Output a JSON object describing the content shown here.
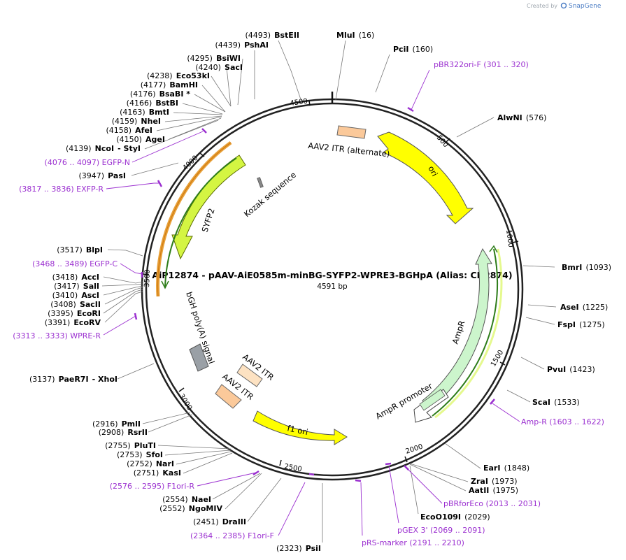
{
  "branding": {
    "created_by": "Created by",
    "product": "SnapGene"
  },
  "plasmid": {
    "name": "AiP12874 - pAAV-AiE0585m-minBG-SYFP2-WPRE3-BGHpA (Alias: CN2874)",
    "length": "4591 bp"
  },
  "ticks": [
    "500",
    "1000",
    "1500",
    "2000",
    "2500",
    "3000",
    "3500",
    "4000",
    "4500"
  ],
  "features": {
    "aav2_itr_alt": "AAV2 ITR (alternate)",
    "ori": "ori",
    "kozak": "Kozak sequence",
    "syfp2": "SYFP2",
    "bgh": "bGH poly(A) signal",
    "aav2_itr_1": "AAV2 ITR",
    "aav2_itr_2": "AAV2 ITR",
    "f1_ori": "f1 ori",
    "ampr": "AmpR",
    "ampr_promoter": "AmpR promoter"
  },
  "sites": [
    {
      "pos": "(4493)",
      "name": "BstEII"
    },
    {
      "pos": "(4439)",
      "name": "PshAI"
    },
    {
      "name": "MluI",
      "pos": "(16)"
    },
    {
      "name": "PciI",
      "pos": "(160)"
    },
    {
      "pos": "(4295)",
      "name": "BsiWI"
    },
    {
      "pos": "(4240)",
      "name": "SacI"
    },
    {
      "pos": "(4238)",
      "name": "Eco53kI"
    },
    {
      "pos": "(4177)",
      "name": "BamHI"
    },
    {
      "pos": "(4176)",
      "name": "BsaBI *"
    },
    {
      "pos": "(4166)",
      "name": "BstBI"
    },
    {
      "pos": "(4163)",
      "name": "BmtI"
    },
    {
      "pos": "(4159)",
      "name": "NheI"
    },
    {
      "pos": "(4158)",
      "name": "AfeI"
    },
    {
      "pos": "(4150)",
      "name": "AgeI"
    },
    {
      "pos": "(4139)",
      "name": "NcoI",
      "extra": "- StyI"
    },
    {
      "name": "AlwNI",
      "pos": "(576)"
    },
    {
      "pos": "(3947)",
      "name": "PasI"
    },
    {
      "pos": "(3517)",
      "name": "BlpI"
    },
    {
      "name": "BmrI",
      "pos": "(1093)"
    },
    {
      "pos": "(3418)",
      "name": "AccI"
    },
    {
      "pos": "(3417)",
      "name": "SalI"
    },
    {
      "pos": "(3410)",
      "name": "AscI"
    },
    {
      "pos": "(3408)",
      "name": "SacII"
    },
    {
      "pos": "(3395)",
      "name": "EcoRI"
    },
    {
      "pos": "(3391)",
      "name": "EcoRV"
    },
    {
      "name": "AseI",
      "pos": "(1225)"
    },
    {
      "name": "FspI",
      "pos": "(1275)"
    },
    {
      "name": "PvuI",
      "pos": "(1423)"
    },
    {
      "pos": "(3137)",
      "name": "PaeR7I",
      "extra": "- XhoI"
    },
    {
      "name": "ScaI",
      "pos": "(1533)"
    },
    {
      "pos": "(2916)",
      "name": "PmlI"
    },
    {
      "pos": "(2908)",
      "name": "RsrII"
    },
    {
      "pos": "(2755)",
      "name": "PluTI"
    },
    {
      "pos": "(2753)",
      "name": "SfoI"
    },
    {
      "pos": "(2752)",
      "name": "NarI"
    },
    {
      "pos": "(2751)",
      "name": "KasI"
    },
    {
      "name": "EarI",
      "pos": "(1848)"
    },
    {
      "name": "ZraI",
      "pos": "(1973)"
    },
    {
      "name": "AatII",
      "pos": "(1975)"
    },
    {
      "pos": "(2554)",
      "name": "NaeI"
    },
    {
      "pos": "(2552)",
      "name": "NgoMIV"
    },
    {
      "name": "EcoO109I",
      "pos": "(2029)"
    },
    {
      "pos": "(2451)",
      "name": "DraIII"
    },
    {
      "pos": "(2323)",
      "name": "PsiI"
    }
  ],
  "primers": [
    {
      "name": "pBR322ori-F",
      "range": "(301 .. 320)"
    },
    {
      "range": "(4076 .. 4097)",
      "name": "EGFP-N"
    },
    {
      "range": "(3817 .. 3836)",
      "name": "EXFP-R"
    },
    {
      "range": "(3468 .. 3489)",
      "name": "EGFP-C"
    },
    {
      "range": "(3313 .. 3333)",
      "name": "WPRE-R"
    },
    {
      "name": "Amp-R",
      "range": "(1603 .. 1622)"
    },
    {
      "range": "(2576 .. 2595)",
      "name": "F1ori-R"
    },
    {
      "name": "pBRforEco",
      "range": "(2013 .. 2031)"
    },
    {
      "range": "(2364 .. 2385)",
      "name": "F1ori-F"
    },
    {
      "name": "pGEX 3'",
      "range": "(2069 .. 2091)"
    },
    {
      "name": "pRS-marker",
      "range": "(2191 .. 2210)"
    }
  ],
  "colors": {
    "backbone": "#222222",
    "ori": "#ffff00",
    "itr": "#fbc99a",
    "syfp2": "#d4f542",
    "bgh": "#9aa0a6",
    "ampr": "#ccf5cc",
    "primer": "#9b30d0",
    "orf_green": "#2e7d1a",
    "orf_orange": "#e8a13a",
    "leader": "#777777"
  }
}
